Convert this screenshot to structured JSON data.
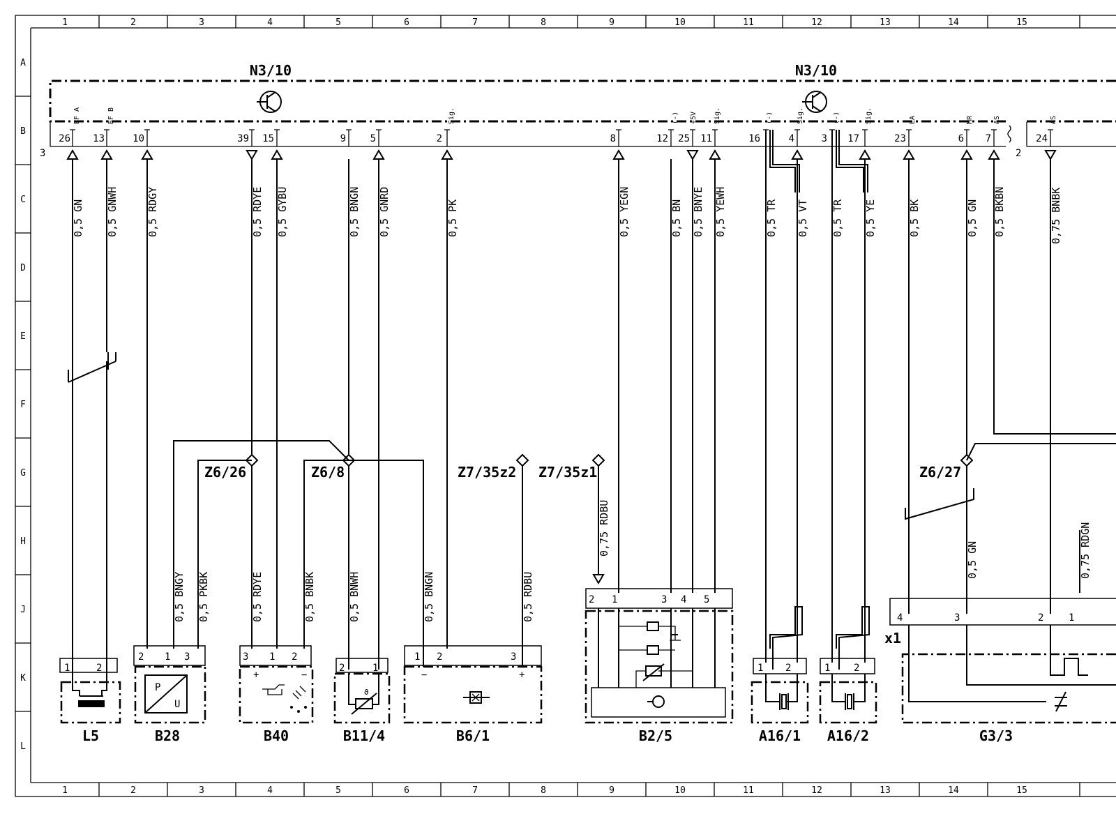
{
  "frame": {
    "columns": [
      "1",
      "2",
      "3",
      "4",
      "5",
      "6",
      "7",
      "8",
      "9",
      "10",
      "11",
      "12",
      "13",
      "14",
      "15"
    ],
    "rows": [
      "A",
      "B",
      "C",
      "D",
      "E",
      "F",
      "G",
      "H",
      "J",
      "K",
      "L"
    ]
  },
  "ecu": {
    "title_left": "N3/10",
    "title_right": "N3/10",
    "connector_left": "3",
    "connector_right": "2",
    "pin_labels": {
      "p26": "EF A",
      "p13": "EF B",
      "p2": "Sig.",
      "p12": "(-)",
      "p25": "+5V",
      "p11": "Sig.",
      "p16": "(-)",
      "p4": "Sig.",
      "p3": "(-)",
      "p17": "Sig.",
      "p23": "EA",
      "p6": "MR",
      "p7": "AS",
      "p24": "AS"
    }
  },
  "pins": [
    "26",
    "13",
    "10",
    "39",
    "15",
    "9",
    "5",
    "2",
    "8",
    "12",
    "25",
    "11",
    "16",
    "4",
    "3",
    "17",
    "23",
    "6",
    "7",
    "24"
  ],
  "wires": {
    "w1": "0,5 GN",
    "w2": "0,5 GNWH",
    "w3": "0,5 RDGY",
    "w4": "0,5 RDYE",
    "w5": "0,5 GYBU",
    "w6": "0,5 BNGN",
    "w7": "0,5 GNRD",
    "w8": "0,5 PK",
    "w9": "0,5 YEGN",
    "w10": "0,5 BN",
    "w11": "0,5 BNYE",
    "w12": "0,5 YEWH",
    "w13": "0,5 TR",
    "w14": "0,5 VT",
    "w15": "0,5 TR",
    "w16": "0,5 YE",
    "w17": "0,5 BK",
    "w18": "0,5 GN",
    "w19": "0,5 BKBN",
    "w20": "0,75 BNBK",
    "l1": "0,5 BNGY",
    "l2": "0,5 PKBK",
    "l3": "0,5 RDYE",
    "l4": "0,5 BNBK",
    "l5": "0,5 BNWH",
    "l6": "0,5 BNGN",
    "l7": "0,5 RDBU",
    "l8": "0,75 RDBU",
    "l9": "0,5 GN",
    "l10": "0,75 RDGN"
  },
  "splices": {
    "s1": "Z6/26",
    "s2": "Z6/8",
    "s3": "Z7/35z2",
    "s4": "Z7/35z1",
    "s5": "Z6/27"
  },
  "components": {
    "c1": {
      "name": "L5",
      "pins": [
        "1",
        "2"
      ]
    },
    "c2": {
      "name": "B28",
      "pins": [
        "2",
        "1",
        "3"
      ],
      "sym_p": "P",
      "sym_u": "U"
    },
    "c3": {
      "name": "B40",
      "pins": [
        "3",
        "1",
        "2"
      ],
      "plus": "+",
      "minus": "−"
    },
    "c4": {
      "name": "B11/4",
      "pins": [
        "2",
        "1"
      ],
      "theta": "ϑ"
    },
    "c5": {
      "name": "B6/1",
      "pins": [
        "1",
        "2",
        "3"
      ],
      "minus": "−",
      "plus": "+"
    },
    "c6": {
      "name": "B2/5",
      "pins": [
        "2",
        "1",
        "3",
        "4",
        "5"
      ]
    },
    "c7": {
      "name": "A16/1",
      "pins": [
        "1",
        "2"
      ]
    },
    "c8": {
      "name": "A16/2",
      "pins": [
        "1",
        "2"
      ]
    },
    "c9": {
      "name": "G3/3",
      "pins": [
        "4",
        "3",
        "2",
        "1"
      ],
      "conn": "x1"
    }
  }
}
